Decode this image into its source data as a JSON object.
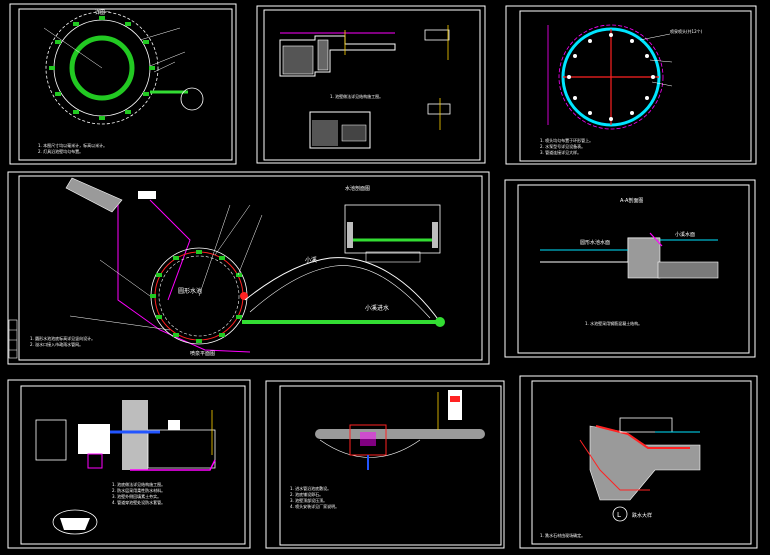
{
  "colors": {
    "background": "#000000",
    "frame": "#ffffff",
    "ring_green": "#22c922",
    "pipe_green": "#33dd33",
    "ring_cyan": "#00e5ff",
    "accent_red": "#ff2222",
    "accent_magenta": "#ff00ff",
    "accent_yellow": "#ffd400",
    "accent_blue": "#2255ff",
    "fill_grey": "#bdbdbd"
  },
  "sheets": {
    "sheet1": {
      "top_label": "详图一",
      "notes": [
        "1. 本图尺寸均以毫米计，标高以米计。",
        "2. 灯具沿池壁均匀布置。"
      ]
    },
    "sheet2": {
      "notes": [
        "1. 池壁做法详见结构施工图。"
      ]
    },
    "sheet3": {
      "callout": "喷泉喷头(共12个)",
      "notes": [
        "1. 喷头均匀布置于环形管上。",
        "2. 水泵型号详见设备表。",
        "3. 管道连接详见大样。"
      ]
    },
    "sheet4": {
      "title": "喷泉平面图",
      "section_title": "水池剖面图",
      "pool_label": "圆形水池",
      "stream_label": "小溪",
      "pipe_label": "小溪进水",
      "notes": [
        "1. 圆形水池池底标高详见竖向设计。",
        "2. 溢水口接入市政雨水管网。"
      ]
    },
    "sheet5": {
      "title": "A-A剖面图",
      "label_left": "圆形水池水面",
      "label_right": "小溪水面",
      "note": "1. 水池壁采用钢筋混凝土结构。"
    },
    "sheet6": {
      "notes": [
        "1. 池底做法详见结构施工图。",
        "2. 防水层采用柔性防水材料。",
        "3. 池壁外侧回填素土夯实。",
        "4. 管道穿池壁处设防水套管。"
      ]
    },
    "sheet7": {
      "notes": [
        "1. 进水管沿池底敷设。",
        "2. 池底铺设卵石。",
        "3. 池壁顶部设压顶。",
        "4. 喷头安装详见厂家说明。"
      ]
    },
    "sheet8": {
      "title": "跌水大样",
      "detail_number": "L",
      "note": "1. 跌水石材由现场确定。"
    }
  }
}
